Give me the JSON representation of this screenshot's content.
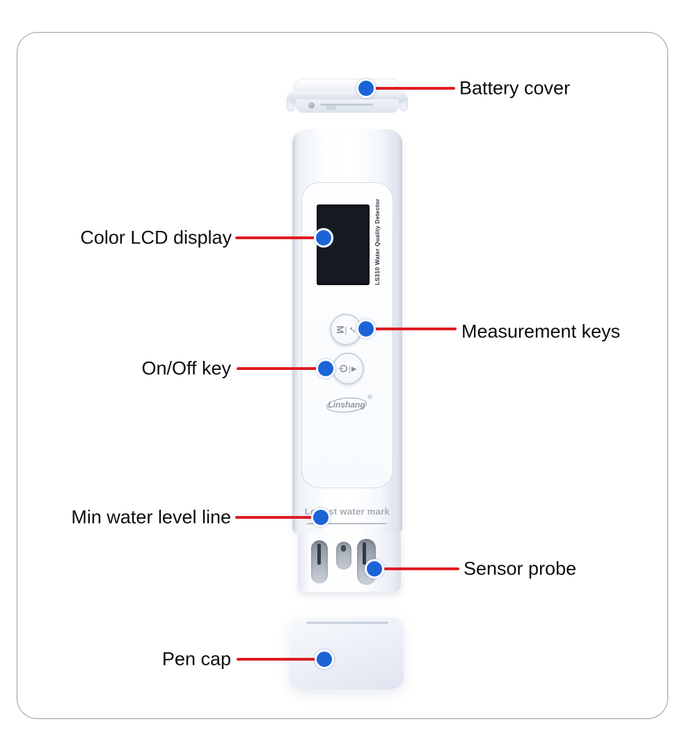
{
  "callouts": [
    {
      "label": "Battery cover",
      "side": "right"
    },
    {
      "label": "Color LCD display",
      "side": "left"
    },
    {
      "label": "Measurement keys",
      "side": "right"
    },
    {
      "label": "On/Off key",
      "side": "left"
    },
    {
      "label": "Min water level line",
      "side": "left"
    },
    {
      "label": "Sensor probe",
      "side": "right"
    },
    {
      "label": "Pen cap",
      "side": "left"
    }
  ],
  "device": {
    "side_label": "LS310 Water Quality Detector",
    "brand": "Linshang",
    "brand_mark": "®",
    "water_mark_text": "Lowest water mark",
    "mode_key_glyph": "M",
    "confirm_key_glyph": "✓",
    "play_glyph": "▶",
    "key_divider": "|"
  },
  "colors": {
    "accent_red": "#e11a21",
    "marker_blue": "#1b64d8",
    "lcd_black": "#171a20"
  }
}
